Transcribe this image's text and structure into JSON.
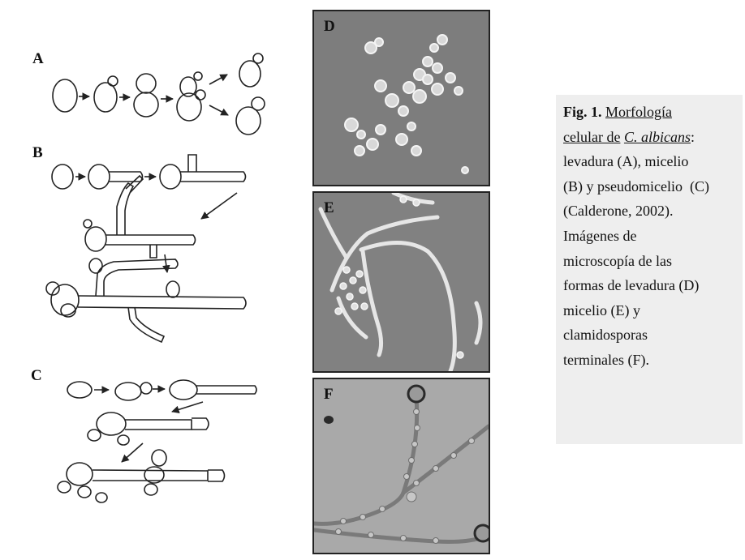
{
  "panels": {
    "a": "A",
    "b": "B",
    "c": "C",
    "d": "D",
    "e": "E",
    "f": "F"
  },
  "caption": {
    "fig_label": "Fig. 1.",
    "title_part1": "Morfología",
    "title_part2": "celular de",
    "species": "C. albicans",
    "colon": ":",
    "line3": "levadura (A), micelio",
    "line4": "(B) y pseudomicelio  (C)",
    "line5": "(Calderone, 2002).",
    "line6": "Imágenes de",
    "line7": "microscopía de las",
    "line8": "formas de levadura (D)",
    "line9": "micelio (E) y",
    "line10": "clamidosporas",
    "line11": "terminales (F)."
  }
}
